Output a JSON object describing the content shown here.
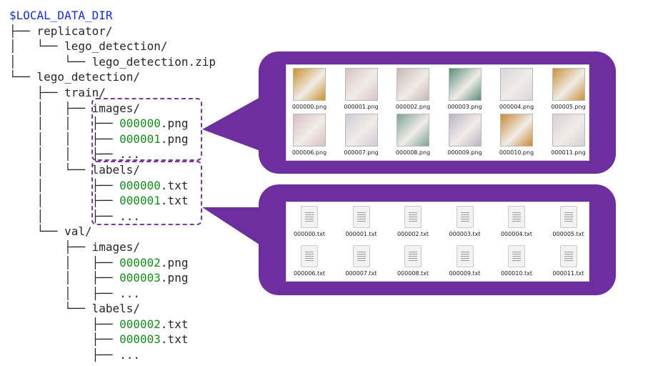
{
  "tree": {
    "lines": [
      {
        "prefix": "",
        "name": "$LOCAL_DATA_DIR",
        "style": "root"
      },
      {
        "prefix": "├── ",
        "name": "replicator/",
        "style": ""
      },
      {
        "prefix": "│   └── ",
        "name": "lego_detection/",
        "style": ""
      },
      {
        "prefix": "│       └── ",
        "name": "lego_detection.zip",
        "style": ""
      },
      {
        "prefix": "└── ",
        "name": "lego_detection/",
        "style": ""
      },
      {
        "prefix": "    ├── ",
        "name": "train/",
        "style": ""
      },
      {
        "prefix": "    │   ├── ",
        "name": "images/",
        "style": ""
      },
      {
        "prefix": "    │   │   ├── ",
        "name": "000000",
        "ext": ".png",
        "style": "file"
      },
      {
        "prefix": "    │   │   ├── ",
        "name": "000001",
        "ext": ".png",
        "style": "file"
      },
      {
        "prefix": "    │   │   ├── ",
        "name": "...",
        "style": ""
      },
      {
        "prefix": "    │   └── ",
        "name": "labels/",
        "style": ""
      },
      {
        "prefix": "    │       ├── ",
        "name": "000000",
        "ext": ".txt",
        "style": "file"
      },
      {
        "prefix": "    │       ├── ",
        "name": "000001",
        "ext": ".txt",
        "style": "file"
      },
      {
        "prefix": "    │       ├── ",
        "name": "...",
        "style": ""
      },
      {
        "prefix": "    └── ",
        "name": "val/",
        "style": ""
      },
      {
        "prefix": "        ├── ",
        "name": "images/",
        "style": ""
      },
      {
        "prefix": "        │   ├── ",
        "name": "000002",
        "ext": ".png",
        "style": "file"
      },
      {
        "prefix": "        │   ├── ",
        "name": "000003",
        "ext": ".png",
        "style": "file"
      },
      {
        "prefix": "        │   ├── ",
        "name": "...",
        "style": ""
      },
      {
        "prefix": "        └── ",
        "name": "labels/",
        "style": ""
      },
      {
        "prefix": "            ├── ",
        "name": "000002",
        "ext": ".txt",
        "style": "file"
      },
      {
        "prefix": "            ├── ",
        "name": "000003",
        "ext": ".txt",
        "style": "file"
      },
      {
        "prefix": "            ├── ",
        "name": "...",
        "style": ""
      }
    ]
  },
  "images_panel": {
    "files": [
      "000000.png",
      "000001.png",
      "000002.png",
      "000003.png",
      "000004.png",
      "000005.png",
      "000006.png",
      "000007.png",
      "000008.png",
      "000009.png",
      "000010.png",
      "000011.png"
    ],
    "thumb_colors": [
      "#c9922e",
      "#d8c2c6",
      "#c7b7b9",
      "#5a8d7e",
      "#d9d4dc",
      "#c8913a",
      "#d9bfc5",
      "#cfcbd6",
      "#7aa596",
      "#b8b6c4",
      "#c88a35",
      "#d8cfd8"
    ]
  },
  "labels_panel": {
    "files": [
      "000000.txt",
      "000001.txt",
      "000002.txt",
      "000003.txt",
      "000004.txt",
      "000005.txt",
      "000006.txt",
      "000007.txt",
      "000008.txt",
      "000009.txt",
      "000010.txt",
      "000011.txt"
    ]
  },
  "colors": {
    "accent": "#6d2e9e",
    "root": "#1a2fcf",
    "file_name": "#188a1e"
  }
}
